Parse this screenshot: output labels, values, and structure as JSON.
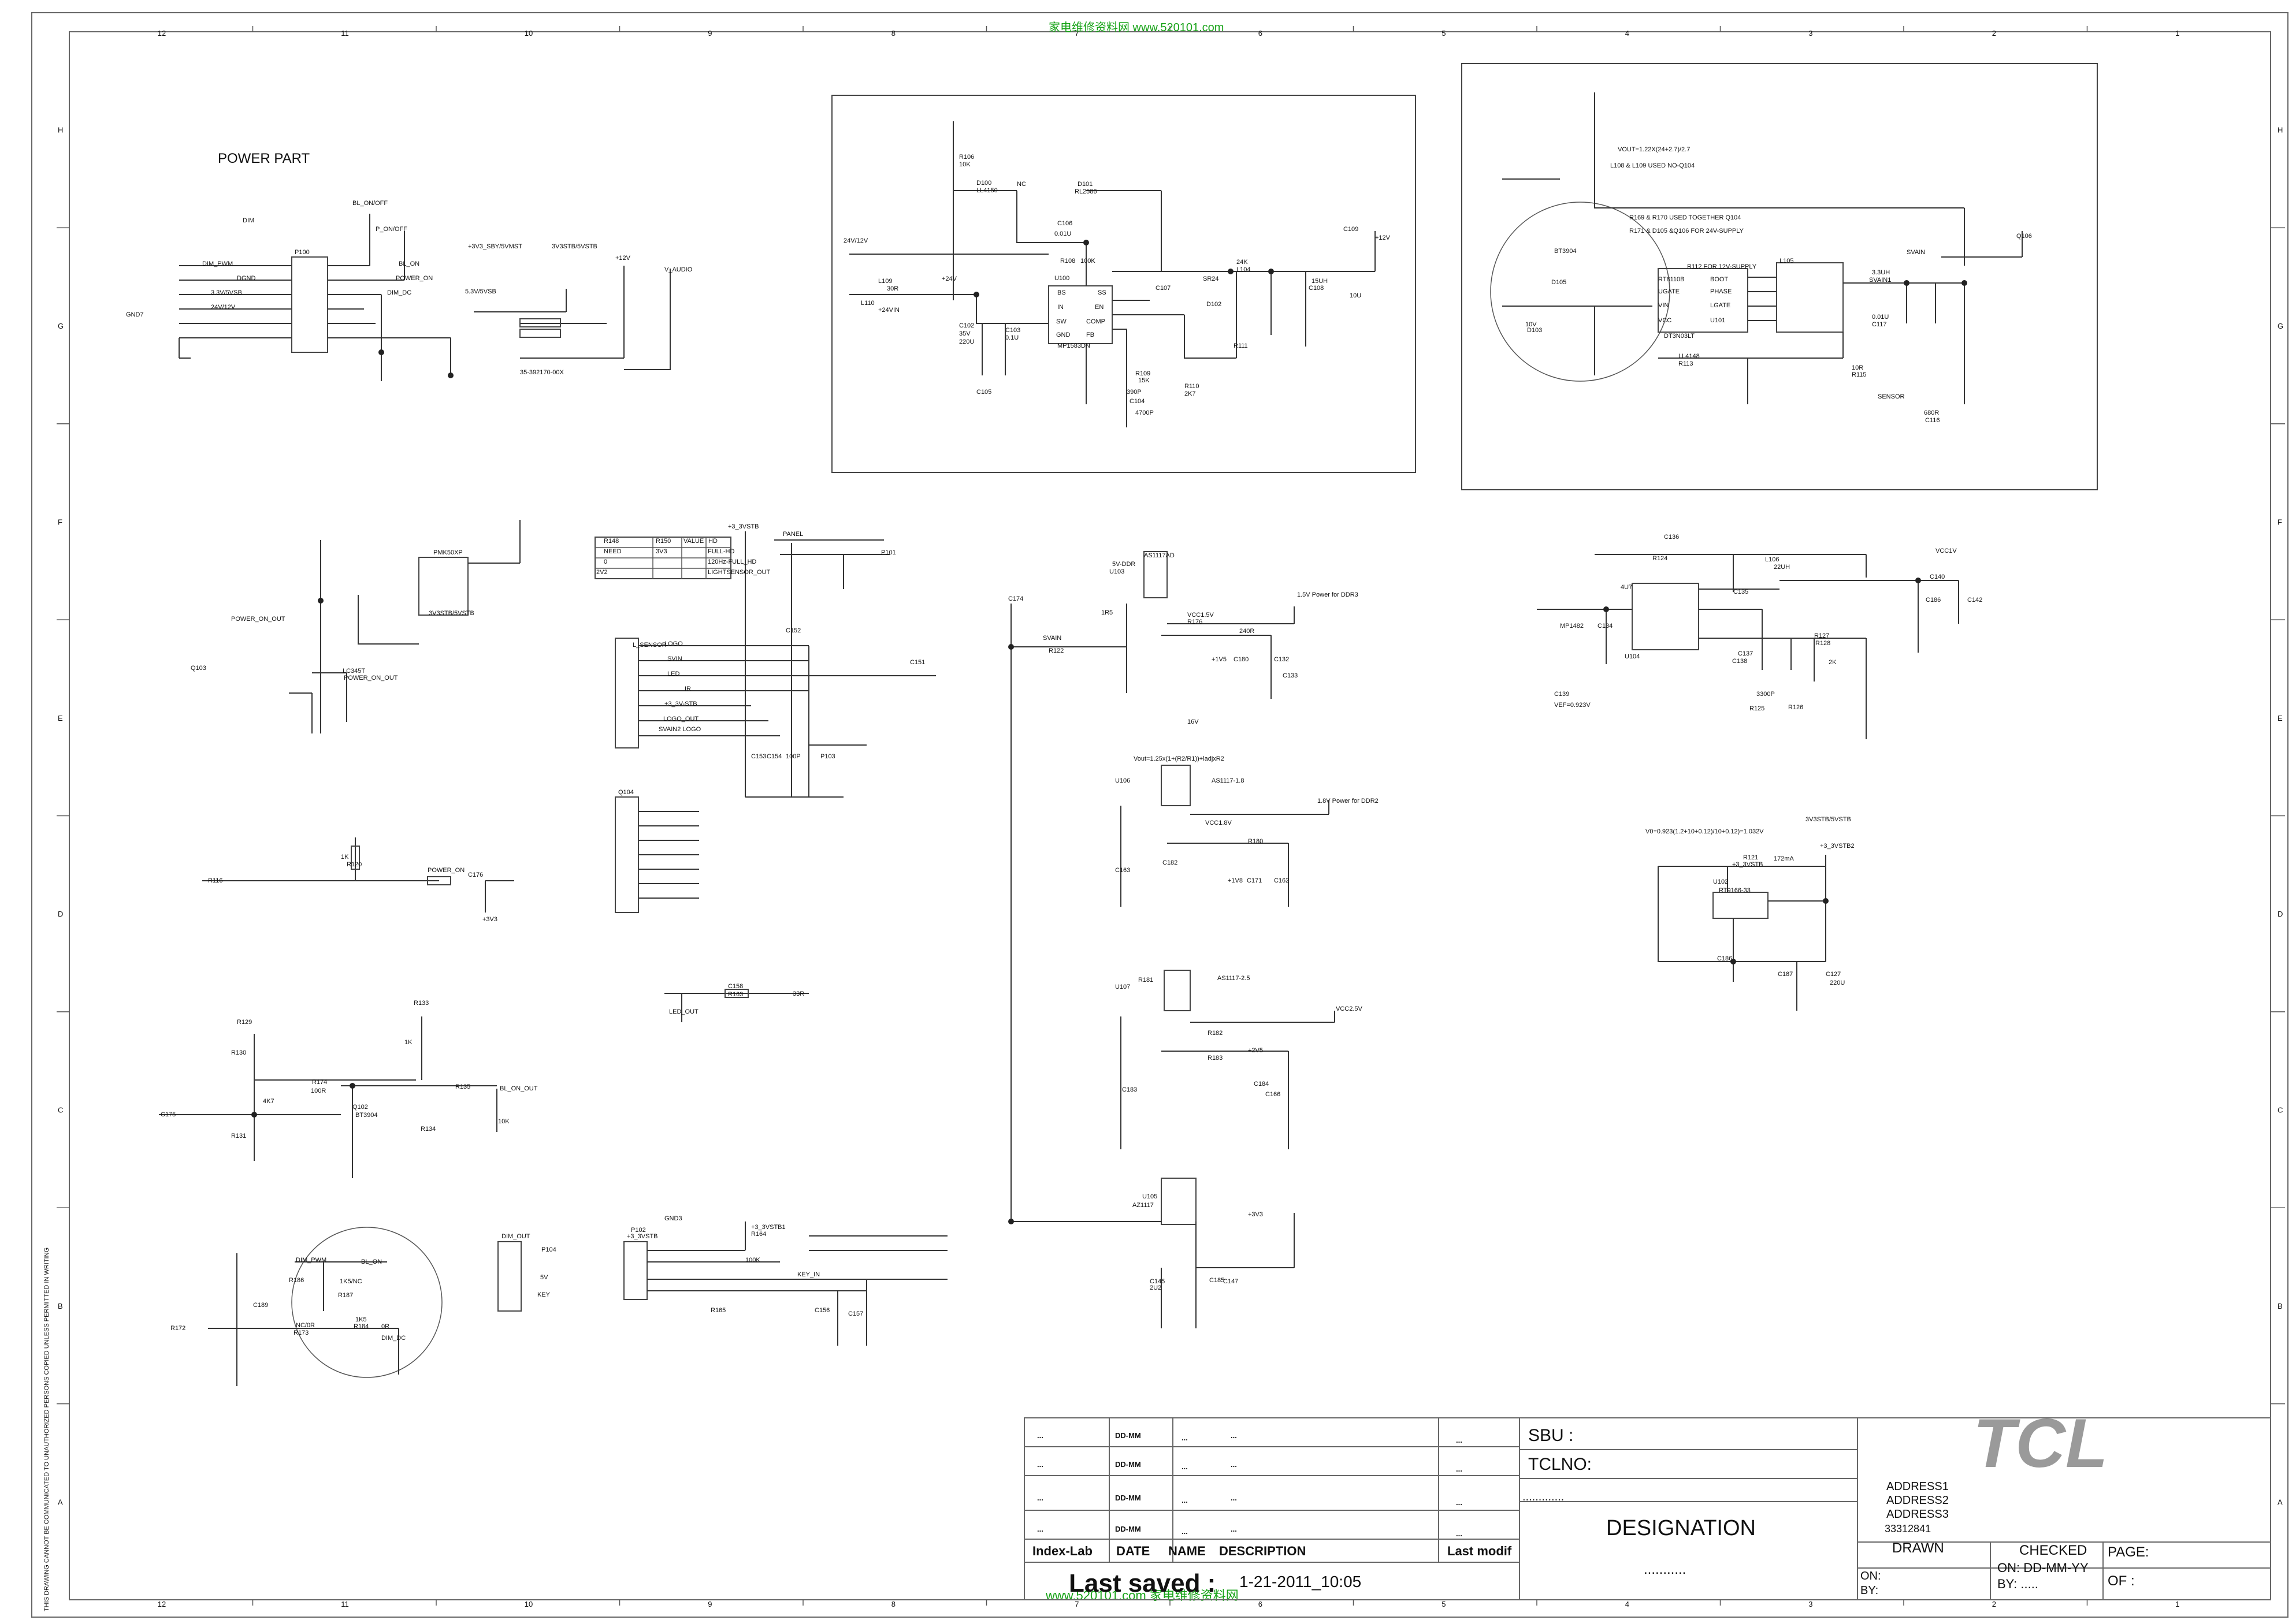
{
  "watermark_top": "家电维修资料网    www.520101.com",
  "watermark_bottom": "www.520101.com 家电维修资料网",
  "side_note": "THIS DRAWING CANNOT BE COMMUNICATED TO UNAUTHORIZED PERSONS COPIED UNLESS PERMITTED IN WRITING",
  "ruler_cols": [
    "12",
    "11",
    "10",
    "9",
    "8",
    "7",
    "6",
    "5",
    "4",
    "3",
    "2",
    "1"
  ],
  "ruler_rows": [
    "H",
    "G",
    "F",
    "E",
    "D",
    "C",
    "B",
    "A"
  ],
  "power_part_title": "POWER PART",
  "net_labels": [
    "DIM",
    "DIM_PWM",
    "DGND",
    "3.3V/5VSB",
    "24V/12V",
    "GND7",
    "BL_ON/OFF",
    "P_ON/OFF",
    "BL_ON",
    "POWER_ON",
    "DIM_DC",
    "+3V3_SBY/5VMST",
    "3V3STB/5VSTB",
    "+12V",
    "V_AUDIO",
    "5.3V/5VSB",
    "35-392170-00X",
    "24V/12V",
    "R106",
    "10K",
    "D100",
    "LL4150",
    "NC",
    "D101",
    "RL2586",
    "C106",
    "0.01U",
    "R108",
    "100K",
    "L109",
    "30R",
    "L110",
    "+24VIN",
    "+24V",
    "U100",
    "BS",
    "SS",
    "IN",
    "EN",
    "SW",
    "COMP",
    "GND",
    "FB",
    "MP1583DN",
    "C102",
    "35V",
    "220U",
    "C103",
    "0.1U",
    "C107",
    "SR24",
    "D102",
    "R109",
    "15K",
    "R110",
    "2K7",
    "R111",
    "24K",
    "L104",
    "15UH",
    "C108",
    "10U",
    "C109",
    "+12V",
    "390P",
    "C104",
    "4700P",
    "C105",
    "VOUT=1.22X(24+2.7)/2.7",
    "L108 & L109 USED NO-Q104",
    "R169 & R170 USED TOGETHER Q104",
    "R171 & D105 &Q106 FOR 24V-SUPPLY",
    "R112 FOR 12V-SUPPLY",
    "RT8110B",
    "BOOT",
    "UGATE",
    "PHASE",
    "VIN",
    "LGATE",
    "VCC",
    "U101",
    "DT3N03LT",
    "L105",
    "3.3UH",
    "SVAIN1",
    "SVAIN",
    "Q106",
    "BT3904",
    "D105",
    "10V",
    "D103",
    "LL4148",
    "R113",
    "10R",
    "R115",
    "680R",
    "C116",
    "0.01U",
    "C117",
    "SENSOR",
    "+3_3VSTB",
    "PANEL",
    "R148",
    "R150",
    "VALUE",
    "HD",
    "NEED",
    "3V3",
    "FULL-HD",
    "0",
    "120Hz-FULL_HD",
    "2V2",
    "LIGHTSENSOR_OUT",
    "P101",
    "L_SENSOR",
    "LOGO",
    "SVIN",
    "LED",
    "IR",
    "+3_3V-STB",
    "LOGO_OUT",
    "SVAIN2 LOGO",
    "C151",
    "C152",
    "C153",
    "C154",
    "100P",
    "P103",
    "Q104",
    "PMK50XP",
    "3V3STB/5VSTB",
    "POWER_ON_OUT",
    "Q103",
    "LC345T",
    "POWER_ON_OUT",
    "R116",
    "1K",
    "R120",
    "POWER_ON",
    "C176",
    "+3V3",
    "R129",
    "R130",
    "4K7",
    "R131",
    "R174",
    "100R",
    "Q102",
    "BT3904",
    "R133",
    "1K",
    "R135",
    "R134",
    "10K",
    "C175",
    "BL_ON_OUT",
    "BL_ON",
    "DIM_PWM",
    "R186",
    "1K5/NC",
    "R187",
    "NC/0R",
    "R173",
    "1K5",
    "R184",
    "0R",
    "DIM_DC",
    "C189",
    "R172",
    "DIM_OUT",
    "P104",
    "5V",
    "KEY",
    "+3_3VSTB",
    "P102",
    "GND3",
    "+3_3VSTB1",
    "R164",
    "100K",
    "KEY_IN",
    "R165",
    "C156",
    "C157",
    "C158",
    "R163",
    "33R",
    "LED_OUT",
    "C174",
    "SVAIN",
    "R122",
    "1R5",
    "5V-DDR",
    "U103",
    "AS1117AD",
    "1.5V Power for DDR3",
    "VCC1.5V",
    "R176",
    "240R",
    "+1V5",
    "C180",
    "C132",
    "C133",
    "16V",
    "Vout=1.25x(1+(R2/R1))+ladjxR2",
    "U106",
    "AS1117-1.8",
    "1.8V Power for DDR2",
    "VCC1.8V",
    "R180",
    "+1V8",
    "C171",
    "C162",
    "C163",
    "C182",
    "R181",
    "U107",
    "AS1117-2.5",
    "VCC2.5V",
    "R182",
    "R183",
    "+2V5",
    "C184",
    "C166",
    "C183",
    "U105",
    "AZ1117",
    "+3V3",
    "C145",
    "2U2",
    "C185",
    "C147",
    "C136",
    "R124",
    "L106",
    "22UH",
    "VCC1V",
    "C140",
    "C186",
    "C142",
    "4U7",
    "U104",
    "MP1482",
    "C134",
    "C135",
    "C137",
    "C138",
    "3300P",
    "R125",
    "R126",
    "R127",
    "R128",
    "2K",
    "C139",
    "VEF=0.923V",
    "V0=0.923(1.2+10+0.12)/10+0.12)=1.032V",
    "3V3STB/5VSTB",
    "+3_3VSTB",
    "R121",
    "172mA",
    "+3_3VSTB2",
    "U102",
    "RT9166-33",
    "C186",
    "C187",
    "C127",
    "220U"
  ],
  "title_block": {
    "rows": [
      {
        "c1": "...",
        "c2": "DD-MM",
        "c3": "...",
        "c4": "...",
        "c5": "..."
      },
      {
        "c1": "...",
        "c2": "DD-MM",
        "c3": "...",
        "c4": "...",
        "c5": "..."
      },
      {
        "c1": "...",
        "c2": "DD-MM",
        "c3": "...",
        "c4": "...",
        "c5": "..."
      },
      {
        "c1": "...",
        "c2": "DD-MM",
        "c3": "...",
        "c4": "...",
        "c5": "..."
      }
    ],
    "header_index": "Index-Lab",
    "header_date": "DATE",
    "header_name": "NAME",
    "header_desc": "DESCRIPTION",
    "header_last": "Last modif",
    "last_saved_label": "Last saved :",
    "last_saved_value": "1-21-2011_10:05",
    "sbu": "SBU :",
    "tclno": "TCLNO:",
    "dots": ".............",
    "designation": "DESIGNATION",
    "designation_dots": "...........",
    "logo": "TCL",
    "address1": "ADDRESS1",
    "address2": "ADDRESS2",
    "address3": "ADDRESS3",
    "number": "33312841",
    "drawn": "DRAWN",
    "checked": "CHECKED",
    "on": "ON:",
    "on_date": "ON:  DD-MM-YY",
    "by": "BY:",
    "by_val": "BY:  .....",
    "page": "PAGE:",
    "of": "OF  :"
  }
}
